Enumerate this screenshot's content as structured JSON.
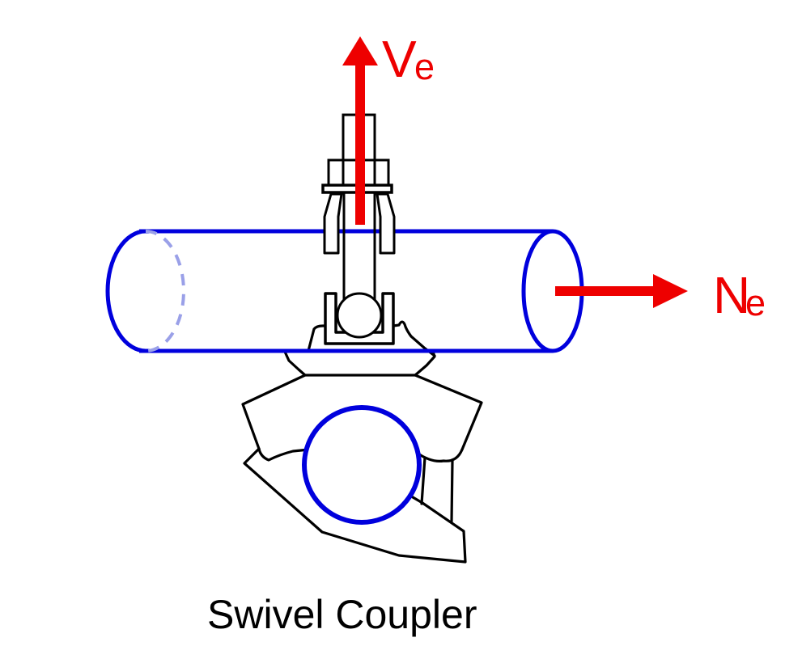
{
  "diagram": {
    "caption": "Swivel Coupler",
    "labels": {
      "vertical_force": {
        "symbol": "V",
        "subscript": "e"
      },
      "horizontal_force": {
        "symbol": "N",
        "subscript": "e"
      }
    },
    "colors": {
      "tube_outline": "#0000DD",
      "hidden_edge_dash": "#9AA0E8",
      "force_arrow": "#EE0000",
      "hardware_outline": "#000000",
      "background": "#FFFFFF"
    }
  }
}
